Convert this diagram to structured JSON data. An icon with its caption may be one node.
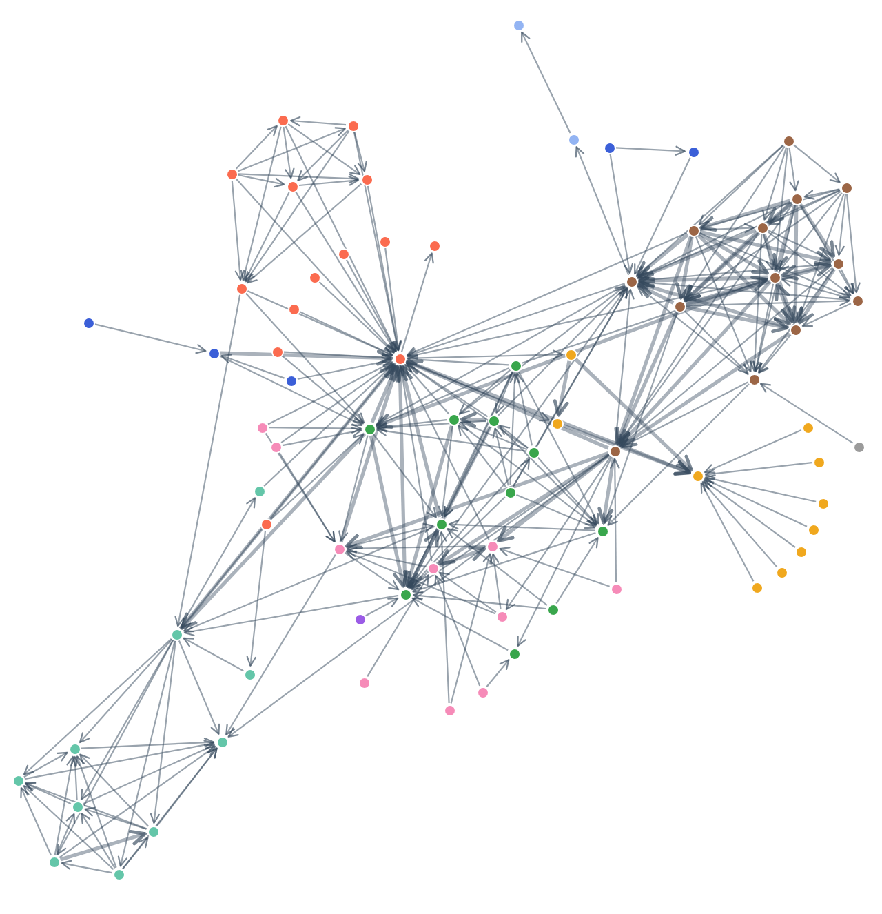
{
  "diagram": {
    "nodes": [
      {
        "text": [],
        "shape": "circle"
      },
      {
        "text": [],
        "shape": "circle"
      },
      {
        "text": [],
        "shape": "circle"
      },
      {
        "text": [],
        "shape": "circle"
      },
      {
        "text": [],
        "shape": "circle"
      },
      {
        "text": [],
        "shape": "circle"
      },
      {
        "text": [],
        "shape": "circle"
      },
      {
        "text": [],
        "shape": "circle"
      },
      {
        "text": [],
        "shape": "circle"
      },
      {
        "text": [],
        "shape": "circle"
      },
      {
        "text": [],
        "shape": "circle"
      },
      {
        "text": [],
        "shape": "circle"
      },
      {
        "text": [],
        "shape": "circle"
      },
      {
        "text": [],
        "shape": "circle"
      },
      {
        "text": [],
        "shape": "circle"
      },
      {
        "text": [],
        "shape": "circle"
      },
      {
        "text": [],
        "shape": "circle"
      },
      {
        "text": [],
        "shape": "circle"
      },
      {
        "text": [],
        "shape": "circle"
      },
      {
        "text": [],
        "shape": "circle"
      },
      {
        "text": [],
        "shape": "circle"
      },
      {
        "text": [],
        "shape": "circle"
      },
      {
        "text": [],
        "shape": "circle"
      },
      {
        "text": [],
        "shape": "circle"
      },
      {
        "text": [],
        "shape": "circle"
      },
      {
        "text": [],
        "shape": "circle"
      },
      {
        "text": [],
        "shape": "circle"
      },
      {
        "text": [],
        "shape": "circle"
      },
      {
        "text": [],
        "shape": "circle"
      },
      {
        "text": [],
        "shape": "circle"
      },
      {
        "text": [],
        "shape": "circle"
      },
      {
        "text": [],
        "shape": "circle"
      },
      {
        "text": [],
        "shape": "circle"
      },
      {
        "text": [],
        "shape": "circle"
      },
      {
        "text": [],
        "shape": "circle"
      },
      {
        "text": [],
        "shape": "circle"
      },
      {
        "text": [],
        "shape": "circle"
      },
      {
        "text": [],
        "shape": "circle"
      },
      {
        "text": [],
        "shape": "circle"
      },
      {
        "text": [],
        "shape": "circle"
      },
      {
        "text": [],
        "shape": "circle"
      },
      {
        "text": [],
        "shape": "circle"
      },
      {
        "text": [],
        "shape": "circle"
      },
      {
        "text": [],
        "shape": "circle"
      },
      {
        "text": [],
        "shape": "circle"
      },
      {
        "text": [],
        "shape": "circle"
      },
      {
        "text": [],
        "shape": "circle"
      },
      {
        "text": [],
        "shape": "circle"
      },
      {
        "text": [],
        "shape": "circle"
      },
      {
        "text": [],
        "shape": "circle"
      },
      {
        "text": [],
        "shape": "circle"
      },
      {
        "text": [],
        "shape": "circle"
      },
      {
        "text": [],
        "shape": "circle"
      },
      {
        "text": [],
        "shape": "circle"
      },
      {
        "text": [],
        "shape": "circle"
      },
      {
        "text": [],
        "shape": "circle"
      },
      {
        "text": [],
        "shape": "circle"
      },
      {
        "text": [],
        "shape": "circle"
      },
      {
        "text": [],
        "shape": "circle"
      },
      {
        "text": [],
        "shape": "circle"
      },
      {
        "text": [],
        "shape": "circle"
      },
      {
        "text": [],
        "shape": "circle"
      },
      {
        "text": [],
        "shape": "circle"
      },
      {
        "text": [],
        "shape": "circle"
      },
      {
        "text": [],
        "shape": "circle"
      },
      {
        "text": [],
        "shape": "circle"
      },
      {
        "text": [],
        "shape": "circle"
      },
      {
        "text": [],
        "shape": "circle"
      },
      {
        "text": [],
        "shape": "circle"
      },
      {
        "text": [],
        "shape": "circle"
      },
      {
        "text": [],
        "shape": "circle"
      },
      {
        "text": [],
        "shape": "circle"
      },
      {
        "text": [],
        "shape": "circle"
      },
      {
        "text": [],
        "shape": "circle"
      },
      {
        "text": [],
        "shape": "circle"
      },
      {
        "text": [],
        "shape": "circle"
      },
      {
        "text": [],
        "shape": "circle"
      }
    ],
    "edges": [
      {
        "from": 1,
        "to": 0,
        "arrow": "to"
      },
      {
        "from": 2,
        "to": 0,
        "arrow": "to",
        "style": "thick"
      },
      {
        "from": 3,
        "to": 0,
        "arrow": "to",
        "style": "thick"
      },
      {
        "from": 3,
        "to": 2,
        "arrow": "to",
        "style": "thick"
      },
      {
        "from": 4,
        "to": 0,
        "arrow": "to"
      },
      {
        "from": 5,
        "to": 0,
        "arrow": "to"
      },
      {
        "from": 6,
        "to": 0,
        "arrow": "to"
      },
      {
        "from": 7,
        "to": 0,
        "arrow": "to"
      },
      {
        "from": 8,
        "to": 0,
        "arrow": "to"
      },
      {
        "from": 9,
        "to": 0,
        "arrow": "to"
      },
      {
        "from": 11,
        "to": 10,
        "arrow": "to"
      },
      {
        "from": 11,
        "to": 3,
        "arrow": "to"
      },
      {
        "from": 11,
        "to": 2,
        "arrow": "to"
      },
      {
        "from": 11,
        "to": 0,
        "arrow": "to",
        "style": "thick"
      },
      {
        "from": 12,
        "to": 11,
        "arrow": "to"
      },
      {
        "from": 13,
        "to": 11,
        "arrow": "to"
      },
      {
        "from": 14,
        "to": 11,
        "arrow": "to"
      },
      {
        "from": 15,
        "to": 11,
        "arrow": "to"
      },
      {
        "from": 17,
        "to": 16,
        "arrow": "to"
      },
      {
        "from": 18,
        "to": 16,
        "arrow": "to"
      },
      {
        "from": 18,
        "to": 17,
        "arrow": "to"
      },
      {
        "from": 19,
        "to": 16,
        "arrow": "to"
      },
      {
        "from": 19,
        "to": 17,
        "arrow": "to"
      },
      {
        "from": 19,
        "to": 18,
        "arrow": "to"
      },
      {
        "from": 20,
        "to": 16,
        "arrow": "to"
      },
      {
        "from": 20,
        "to": 17,
        "arrow": "to"
      },
      {
        "from": 20,
        "to": 18,
        "arrow": "to"
      },
      {
        "from": 20,
        "to": 19,
        "arrow": "to"
      },
      {
        "from": 21,
        "to": 16,
        "arrow": "to"
      },
      {
        "from": 21,
        "to": 17,
        "arrow": "to"
      },
      {
        "from": 21,
        "to": 18,
        "arrow": "to"
      },
      {
        "from": 21,
        "to": 19,
        "arrow": "to"
      },
      {
        "from": 21,
        "to": 20,
        "arrow": "to",
        "style": "thick"
      },
      {
        "from": 22,
        "to": 16,
        "arrow": "to"
      },
      {
        "from": 22,
        "to": 17,
        "arrow": "to"
      },
      {
        "from": 22,
        "to": 18,
        "arrow": "to"
      },
      {
        "from": 22,
        "to": 19,
        "arrow": "to"
      },
      {
        "from": 22,
        "to": 20,
        "arrow": "to"
      },
      {
        "from": 22,
        "to": 21,
        "arrow": "to"
      },
      {
        "from": 23,
        "to": 16,
        "arrow": "to"
      },
      {
        "from": 23,
        "to": 17,
        "arrow": "to"
      },
      {
        "from": 23,
        "to": 18,
        "arrow": "to"
      },
      {
        "from": 23,
        "to": 19,
        "arrow": "to"
      },
      {
        "from": 23,
        "to": 20,
        "arrow": "to"
      },
      {
        "from": 23,
        "to": 21,
        "arrow": "to"
      },
      {
        "from": 23,
        "to": 22,
        "arrow": "to"
      },
      {
        "from": 23,
        "to": 12,
        "arrow": "to"
      },
      {
        "from": 23,
        "to": 11,
        "arrow": "to",
        "style": "thick"
      },
      {
        "from": 24,
        "to": 23,
        "arrow": "to"
      },
      {
        "from": 24,
        "to": 11,
        "arrow": "to",
        "style": "thick"
      },
      {
        "from": 25,
        "to": 24,
        "arrow": "to",
        "style": "thick"
      },
      {
        "from": 25,
        "to": 23,
        "arrow": "to"
      },
      {
        "from": 25,
        "to": 11,
        "arrow": "to",
        "style": "thick"
      },
      {
        "from": 26,
        "to": 24,
        "arrow": "to"
      },
      {
        "from": 26,
        "to": 11,
        "arrow": "to",
        "style": "thick"
      },
      {
        "from": 26,
        "to": 16,
        "arrow": "to"
      },
      {
        "from": 26,
        "to": 25,
        "arrow": "to"
      },
      {
        "from": 27,
        "to": 11,
        "arrow": "to",
        "style": "thick"
      },
      {
        "from": 27,
        "to": 23,
        "arrow": "to",
        "style": "thick"
      },
      {
        "from": 27,
        "to": 25,
        "arrow": "to",
        "style": "thick"
      },
      {
        "from": 27,
        "to": 24,
        "arrow": "to"
      },
      {
        "from": 27,
        "to": 26,
        "arrow": "to"
      },
      {
        "from": 28,
        "to": 11,
        "arrow": "to",
        "style": "thick"
      },
      {
        "from": 28,
        "to": 27,
        "arrow": "to"
      },
      {
        "from": 29,
        "to": 23,
        "arrow": "to"
      },
      {
        "from": 29,
        "to": 27,
        "arrow": "to"
      },
      {
        "from": 29,
        "to": 11,
        "arrow": "to"
      },
      {
        "from": 30,
        "to": 23,
        "arrow": "to"
      },
      {
        "from": 31,
        "to": 30,
        "arrow": "to"
      },
      {
        "from": 31,
        "to": 11,
        "arrow": "to"
      },
      {
        "from": 31,
        "to": 23,
        "arrow": "to"
      },
      {
        "from": 31,
        "to": 27,
        "arrow": "to"
      },
      {
        "from": 32,
        "to": 11,
        "arrow": "to"
      },
      {
        "from": 33,
        "to": 11,
        "arrow": "to"
      },
      {
        "from": 33,
        "to": 27,
        "arrow": "to"
      },
      {
        "from": 34,
        "to": 11,
        "arrow": "to"
      },
      {
        "from": 34,
        "to": 29,
        "arrow": "to"
      },
      {
        "from": 35,
        "to": 11,
        "arrow": "to"
      },
      {
        "from": 35,
        "to": 34,
        "arrow": "to"
      },
      {
        "from": 35,
        "to": 29,
        "arrow": "to"
      },
      {
        "from": 36,
        "to": 34,
        "arrow": "to"
      },
      {
        "from": 36,
        "to": 35,
        "arrow": "to"
      },
      {
        "from": 36,
        "to": 11,
        "arrow": "to"
      },
      {
        "from": 36,
        "to": 29,
        "arrow": "to"
      },
      {
        "from": 37,
        "to": 34,
        "arrow": "to"
      },
      {
        "from": 37,
        "to": 35,
        "arrow": "to"
      },
      {
        "from": 37,
        "to": 36,
        "arrow": "to"
      },
      {
        "from": 37,
        "to": 11,
        "arrow": "to"
      },
      {
        "from": 37,
        "to": 29,
        "arrow": "to"
      },
      {
        "from": 38,
        "to": 34,
        "arrow": "to"
      },
      {
        "from": 38,
        "to": 35,
        "arrow": "to"
      },
      {
        "from": 38,
        "to": 36,
        "arrow": "to"
      },
      {
        "from": 38,
        "to": 37,
        "arrow": "to"
      },
      {
        "from": 38,
        "to": 11,
        "arrow": "to"
      },
      {
        "from": 38,
        "to": 29,
        "arrow": "to"
      },
      {
        "from": 39,
        "to": 25,
        "arrow": "to"
      },
      {
        "from": 40,
        "to": 25,
        "arrow": "to"
      },
      {
        "from": 41,
        "to": 24,
        "arrow": "to"
      },
      {
        "from": 41,
        "to": 25,
        "arrow": "to"
      },
      {
        "from": 42,
        "to": 41,
        "arrow": "to"
      },
      {
        "from": 42,
        "to": 25,
        "arrow": "to"
      },
      {
        "from": 42,
        "to": 24,
        "arrow": "to"
      },
      {
        "from": 43,
        "to": 11,
        "arrow": "to"
      },
      {
        "from": 43,
        "to": 26,
        "arrow": "to"
      },
      {
        "from": 43,
        "to": 27,
        "arrow": "to"
      },
      {
        "from": 44,
        "to": 28,
        "arrow": "to"
      },
      {
        "from": 44,
        "to": 11,
        "arrow": "to"
      },
      {
        "from": 45,
        "to": 28,
        "arrow": "to"
      },
      {
        "from": 47,
        "to": 46,
        "arrow": "to"
      },
      {
        "from": 48,
        "to": 47,
        "arrow": "to"
      },
      {
        "from": 48,
        "to": 25,
        "arrow": "to"
      },
      {
        "from": 48,
        "to": 27,
        "arrow": "to"
      },
      {
        "from": 48,
        "to": 11,
        "arrow": "to"
      },
      {
        "from": 49,
        "to": 26,
        "arrow": "to"
      },
      {
        "from": 49,
        "to": 11,
        "arrow": "to"
      },
      {
        "from": 50,
        "to": 49,
        "arrow": "to"
      },
      {
        "from": 50,
        "to": 24,
        "arrow": "to"
      },
      {
        "from": 51,
        "to": 49,
        "arrow": "to",
        "style": "thick"
      },
      {
        "from": 51,
        "to": 26,
        "arrow": "to"
      },
      {
        "from": 51,
        "to": 11,
        "arrow": "to"
      },
      {
        "from": 52,
        "to": 51,
        "arrow": "to"
      },
      {
        "from": 52,
        "to": 39,
        "arrow": "to"
      },
      {
        "from": 53,
        "to": 51,
        "arrow": "to"
      },
      {
        "from": 54,
        "to": 51,
        "arrow": "to"
      },
      {
        "from": 54,
        "to": 49,
        "arrow": "to"
      },
      {
        "from": 54,
        "to": 26,
        "arrow": "to"
      },
      {
        "from": 55,
        "to": 51,
        "arrow": "to",
        "style": "thick"
      },
      {
        "from": 55,
        "to": 49,
        "arrow": "to",
        "style": "thick"
      },
      {
        "from": 55,
        "to": 39,
        "arrow": "to"
      },
      {
        "from": 55,
        "to": 54,
        "arrow": "to"
      },
      {
        "from": 55,
        "to": 26,
        "arrow": "to",
        "style": "thick"
      },
      {
        "from": 55,
        "to": 11,
        "arrow": "to",
        "style": "thick"
      },
      {
        "from": 55,
        "to": 16,
        "arrow": "to"
      },
      {
        "from": 55,
        "to": 25,
        "arrow": "to"
      },
      {
        "from": 55,
        "to": 41,
        "arrow": "to",
        "style": "thick"
      },
      {
        "from": 55,
        "to": 48,
        "arrow": "to"
      },
      {
        "from": 56,
        "to": 49,
        "arrow": "to"
      },
      {
        "from": 56,
        "to": 55,
        "arrow": "to"
      },
      {
        "from": 57,
        "to": 55,
        "arrow": "to"
      },
      {
        "from": 57,
        "to": 41,
        "arrow": "to"
      },
      {
        "from": 57,
        "to": 48,
        "arrow": "to"
      },
      {
        "from": 58,
        "to": 55,
        "arrow": "to",
        "style": "thick"
      },
      {
        "from": 58,
        "to": 48,
        "arrow": "to",
        "style": "thick"
      },
      {
        "from": 58,
        "to": 27,
        "arrow": "to",
        "style": "thick"
      },
      {
        "from": 58,
        "to": 57,
        "arrow": "to"
      },
      {
        "from": 58,
        "to": 11,
        "arrow": "to"
      },
      {
        "from": 59,
        "to": 58,
        "arrow": "to",
        "style": "thick"
      },
      {
        "from": 59,
        "to": 55,
        "arrow": "to",
        "style": "thick"
      },
      {
        "from": 59,
        "to": 48,
        "arrow": "to",
        "style": "thick"
      },
      {
        "from": 59,
        "to": 57,
        "arrow": "to"
      },
      {
        "from": 60,
        "to": 48,
        "arrow": "to"
      },
      {
        "from": 60,
        "to": 58,
        "arrow": "to"
      },
      {
        "from": 60,
        "to": 59,
        "arrow": "to"
      },
      {
        "from": 61,
        "to": 48,
        "arrow": "to"
      },
      {
        "from": 61,
        "to": 58,
        "arrow": "to",
        "style": "thick"
      },
      {
        "from": 61,
        "to": 60,
        "arrow": "to"
      },
      {
        "from": 61,
        "to": 59,
        "arrow": "to",
        "style": "thick"
      },
      {
        "from": 61,
        "to": 57,
        "arrow": "to"
      },
      {
        "from": 61,
        "to": 55,
        "arrow": "to"
      },
      {
        "from": 62,
        "to": 55,
        "arrow": "to",
        "style": "thick"
      },
      {
        "from": 62,
        "to": 58,
        "arrow": "to",
        "style": "thick"
      },
      {
        "from": 62,
        "to": 59,
        "arrow": "to",
        "style": "thick"
      },
      {
        "from": 62,
        "to": 48,
        "arrow": "to",
        "style": "thick"
      },
      {
        "from": 62,
        "to": 57,
        "arrow": "to"
      },
      {
        "from": 62,
        "to": 41,
        "arrow": "to"
      },
      {
        "from": 62,
        "to": 61,
        "arrow": "to",
        "style": "thick"
      },
      {
        "from": 62,
        "to": 60,
        "arrow": "to"
      },
      {
        "from": 63,
        "to": 59,
        "arrow": "to",
        "style": "thick"
      },
      {
        "from": 63,
        "to": 48,
        "arrow": "to",
        "style": "thick"
      },
      {
        "from": 63,
        "to": 62,
        "arrow": "to",
        "style": "thick"
      },
      {
        "from": 63,
        "to": 57,
        "arrow": "to"
      },
      {
        "from": 63,
        "to": 58,
        "arrow": "to"
      },
      {
        "from": 63,
        "to": 61,
        "arrow": "to"
      },
      {
        "from": 63,
        "to": 60,
        "arrow": "to"
      },
      {
        "from": 63,
        "to": 55,
        "arrow": "to"
      },
      {
        "from": 64,
        "to": 55,
        "arrow": "to",
        "style": "thick"
      },
      {
        "from": 64,
        "to": 62,
        "arrow": "to",
        "style": "thick"
      },
      {
        "from": 64,
        "to": 48,
        "arrow": "to",
        "style": "thick"
      },
      {
        "from": 64,
        "to": 63,
        "arrow": "to"
      },
      {
        "from": 64,
        "to": 58,
        "arrow": "to",
        "style": "thick"
      },
      {
        "from": 64,
        "to": 61,
        "arrow": "to",
        "style": "thick"
      },
      {
        "from": 64,
        "to": 60,
        "arrow": "to"
      },
      {
        "from": 64,
        "to": 59,
        "arrow": "to",
        "style": "thick"
      },
      {
        "from": 64,
        "to": 57,
        "arrow": "to"
      },
      {
        "from": 64,
        "to": 11,
        "arrow": "to"
      },
      {
        "from": 65,
        "to": 63,
        "arrow": "to",
        "style": "thick"
      },
      {
        "from": 65,
        "to": 64,
        "arrow": "to",
        "style": "thick"
      },
      {
        "from": 65,
        "to": 48,
        "arrow": "to"
      },
      {
        "from": 65,
        "to": 62,
        "arrow": "to",
        "style": "thick"
      },
      {
        "from": 65,
        "to": 58,
        "arrow": "to",
        "style": "thick"
      },
      {
        "from": 65,
        "to": 61,
        "arrow": "to",
        "style": "thick"
      },
      {
        "from": 65,
        "to": 60,
        "arrow": "to"
      },
      {
        "from": 65,
        "to": 59,
        "arrow": "to",
        "style": "thick"
      },
      {
        "from": 65,
        "to": 57,
        "arrow": "to"
      },
      {
        "from": 65,
        "to": 55,
        "arrow": "to"
      },
      {
        "from": 66,
        "to": 64,
        "arrow": "to"
      },
      {
        "from": 66,
        "to": 58,
        "arrow": "to"
      },
      {
        "from": 66,
        "to": 59,
        "arrow": "to"
      },
      {
        "from": 66,
        "to": 62,
        "arrow": "to"
      },
      {
        "from": 66,
        "to": 65,
        "arrow": "to"
      },
      {
        "from": 66,
        "to": 48,
        "arrow": "to"
      },
      {
        "from": 66,
        "to": 63,
        "arrow": "to"
      },
      {
        "from": 66,
        "to": 61,
        "arrow": "to"
      },
      {
        "from": 66,
        "to": 60,
        "arrow": "to"
      },
      {
        "from": 67,
        "to": 57,
        "arrow": "to"
      },
      {
        "from": 68,
        "to": 25,
        "arrow": "to",
        "style": "thick"
      },
      {
        "from": 68,
        "to": 11,
        "arrow": "to"
      },
      {
        "from": 68,
        "to": 24,
        "arrow": "to"
      },
      {
        "from": 68,
        "to": 27,
        "arrow": "to"
      },
      {
        "from": 68,
        "to": 48,
        "arrow": "to"
      },
      {
        "from": 68,
        "to": 41,
        "arrow": "to"
      },
      {
        "from": 69,
        "to": 25,
        "arrow": "to",
        "style": "thick"
      },
      {
        "from": 69,
        "to": 68,
        "arrow": "to",
        "style": "thick"
      },
      {
        "from": 69,
        "to": 11,
        "arrow": "to"
      },
      {
        "from": 69,
        "to": 24,
        "arrow": "to"
      },
      {
        "from": 69,
        "to": 27,
        "arrow": "to"
      },
      {
        "from": 69,
        "to": 48,
        "arrow": "to"
      },
      {
        "from": 69,
        "to": 41,
        "arrow": "to"
      },
      {
        "from": 70,
        "to": 25,
        "arrow": "to"
      },
      {
        "from": 70,
        "to": 69,
        "arrow": "to"
      },
      {
        "from": 70,
        "to": 68,
        "arrow": "to"
      },
      {
        "from": 70,
        "to": 11,
        "arrow": "to"
      },
      {
        "from": 70,
        "to": 24,
        "arrow": "to"
      },
      {
        "from": 70,
        "to": 27,
        "arrow": "to"
      },
      {
        "from": 70,
        "to": 41,
        "arrow": "to"
      },
      {
        "from": 70,
        "to": 58,
        "arrow": "to"
      },
      {
        "from": 71,
        "to": 27,
        "arrow": "to"
      },
      {
        "from": 71,
        "to": 69,
        "arrow": "to"
      },
      {
        "from": 71,
        "to": 68,
        "arrow": "to"
      },
      {
        "from": 71,
        "to": 70,
        "arrow": "to"
      },
      {
        "from": 71,
        "to": 11,
        "arrow": "to"
      },
      {
        "from": 71,
        "to": 48,
        "arrow": "to"
      },
      {
        "from": 71,
        "to": 41,
        "arrow": "to"
      },
      {
        "from": 71,
        "to": 25,
        "arrow": "to"
      },
      {
        "from": 72,
        "to": 26,
        "arrow": "to"
      },
      {
        "from": 72,
        "to": 27,
        "arrow": "to"
      },
      {
        "from": 72,
        "to": 11,
        "arrow": "to"
      },
      {
        "from": 73,
        "to": 48,
        "arrow": "to"
      },
      {
        "from": 74,
        "to": 48,
        "arrow": "to"
      },
      {
        "from": 74,
        "to": 73,
        "arrow": "to"
      },
      {
        "from": 75,
        "to": 69,
        "arrow": "to"
      },
      {
        "from": 75,
        "to": 68,
        "arrow": "to"
      },
      {
        "from": 75,
        "to": 25,
        "arrow": "to"
      },
      {
        "from": 75,
        "to": 48,
        "arrow": "to"
      },
      {
        "from": 75,
        "to": 41,
        "arrow": "to"
      },
      {
        "from": 75,
        "to": 70,
        "arrow": "to"
      },
      {
        "from": 75,
        "to": 71,
        "arrow": "to"
      },
      {
        "from": 76,
        "to": 64,
        "arrow": "to"
      },
      {
        "from": 76,
        "to": 65,
        "arrow": "to"
      },
      {
        "from": 76,
        "to": 66,
        "arrow": "to"
      },
      {
        "from": 76,
        "to": 63,
        "arrow": "to"
      },
      {
        "from": 76,
        "to": 62,
        "arrow": "to"
      },
      {
        "from": 76,
        "to": 48,
        "arrow": "to"
      },
      {
        "from": 76,
        "to": 58,
        "arrow": "to"
      }
    ]
  }
}
